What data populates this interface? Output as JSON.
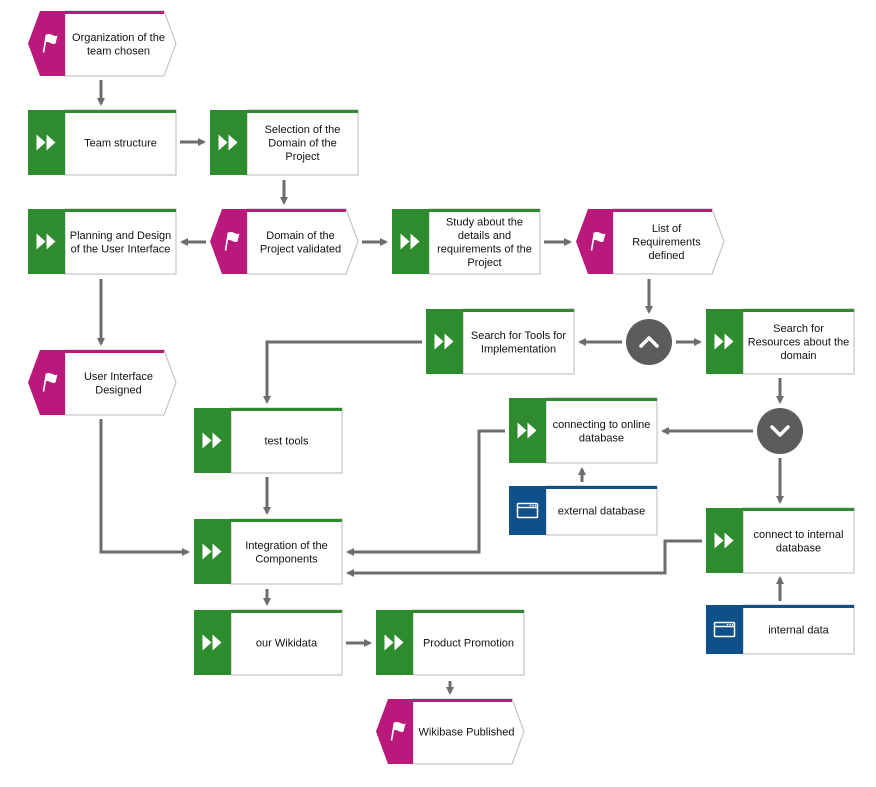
{
  "colors": {
    "function": "#2e8b2e",
    "event": "#b8197a",
    "data": "#0f4f8a",
    "connector": "#5c5c5c",
    "arrow": "#6d6d6d",
    "box_border": "#b9b9b9"
  },
  "nodes": [
    {
      "id": "n1",
      "kind": "event",
      "icon": "flag-icon",
      "lines": [
        "Organization of the",
        "team chosen"
      ]
    },
    {
      "id": "n2",
      "kind": "function",
      "icon": "double-chevron-right-icon",
      "lines": [
        "Team structure"
      ]
    },
    {
      "id": "n3",
      "kind": "function",
      "icon": "double-chevron-right-icon",
      "lines": [
        "Selection of the",
        "Domain of the",
        "Project"
      ]
    },
    {
      "id": "n4",
      "kind": "function",
      "icon": "double-chevron-right-icon",
      "lines": [
        "Planning and Design",
        "of the User Interface"
      ]
    },
    {
      "id": "n5",
      "kind": "event",
      "icon": "flag-icon",
      "lines": [
        "Domain of the",
        "Project validated"
      ]
    },
    {
      "id": "n6",
      "kind": "function",
      "icon": "double-chevron-right-icon",
      "lines": [
        "Study about the",
        "details and",
        "requirements of the",
        "Project"
      ]
    },
    {
      "id": "n7",
      "kind": "event",
      "icon": "flag-icon",
      "lines": [
        "List of",
        "Requirements",
        "defined"
      ]
    },
    {
      "id": "n8",
      "kind": "function",
      "icon": "double-chevron-right-icon",
      "lines": [
        "Search for Tools for",
        "Implementation"
      ]
    },
    {
      "id": "n9",
      "kind": "function",
      "icon": "double-chevron-right-icon",
      "lines": [
        "Search for",
        "Resources about the",
        "domain"
      ]
    },
    {
      "id": "n10",
      "kind": "event",
      "icon": "flag-icon",
      "lines": [
        "User Interface",
        "Designed"
      ]
    },
    {
      "id": "n11",
      "kind": "function",
      "icon": "double-chevron-right-icon",
      "lines": [
        "test tools"
      ]
    },
    {
      "id": "n12",
      "kind": "function",
      "icon": "double-chevron-right-icon",
      "lines": [
        "connecting to online",
        "database"
      ]
    },
    {
      "id": "n13",
      "kind": "data",
      "icon": "window-icon",
      "lines": [
        "external database"
      ]
    },
    {
      "id": "n14",
      "kind": "function",
      "icon": "double-chevron-right-icon",
      "lines": [
        "Integration of the",
        "Components"
      ]
    },
    {
      "id": "n15",
      "kind": "function",
      "icon": "double-chevron-right-icon",
      "lines": [
        "connect to internal",
        "database"
      ]
    },
    {
      "id": "n16",
      "kind": "data",
      "icon": "window-icon",
      "lines": [
        "internal data"
      ]
    },
    {
      "id": "n17",
      "kind": "function",
      "icon": "double-chevron-right-icon",
      "lines": [
        "our Wikidata"
      ]
    },
    {
      "id": "n18",
      "kind": "function",
      "icon": "double-chevron-right-icon",
      "lines": [
        "Product Promotion"
      ]
    },
    {
      "id": "n19",
      "kind": "event",
      "icon": "flag-icon",
      "lines": [
        "Wikibase Published"
      ]
    }
  ],
  "connectors": [
    {
      "id": "c1",
      "kind": "and-split",
      "icon": "chevron-up-icon"
    },
    {
      "id": "c2",
      "kind": "and-join",
      "icon": "chevron-down-icon"
    }
  ],
  "edges": [
    {
      "from": "n1",
      "to": "n2"
    },
    {
      "from": "n2",
      "to": "n3"
    },
    {
      "from": "n3",
      "to": "n5"
    },
    {
      "from": "n5",
      "to": "n4"
    },
    {
      "from": "n5",
      "to": "n6"
    },
    {
      "from": "n6",
      "to": "n7"
    },
    {
      "from": "n7",
      "to": "c1"
    },
    {
      "from": "c1",
      "to": "n8"
    },
    {
      "from": "c1",
      "to": "n9"
    },
    {
      "from": "n4",
      "to": "n10"
    },
    {
      "from": "n8",
      "to": "n11"
    },
    {
      "from": "n9",
      "to": "c2"
    },
    {
      "from": "c2",
      "to": "n12"
    },
    {
      "from": "c2",
      "to": "n15"
    },
    {
      "from": "n13",
      "to": "n12"
    },
    {
      "from": "n16",
      "to": "n15"
    },
    {
      "from": "n11",
      "to": "n14"
    },
    {
      "from": "n10",
      "to": "n14"
    },
    {
      "from": "n12",
      "to": "n14"
    },
    {
      "from": "n15",
      "to": "n14"
    },
    {
      "from": "n14",
      "to": "n17"
    },
    {
      "from": "n17",
      "to": "n18"
    },
    {
      "from": "n18",
      "to": "n19"
    }
  ]
}
